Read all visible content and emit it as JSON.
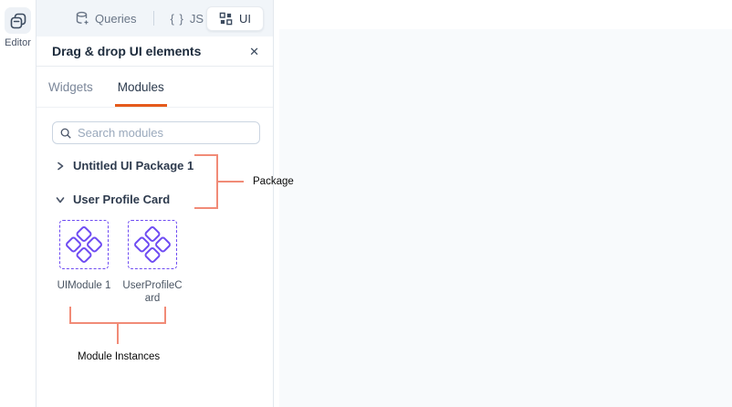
{
  "colors": {
    "accent": "#e55a1b",
    "module-purple": "#6e4bf2",
    "annotation": "#f18b77",
    "canvas": "#f8fafc"
  },
  "left_rail": {
    "editor": {
      "label": "Editor",
      "icon": "pages-icon"
    }
  },
  "top_nav": {
    "queries": {
      "label": "Queries",
      "icon": "database-icon"
    },
    "js": {
      "label": "JS",
      "icon_glyph": "{ }"
    },
    "ui": {
      "label": "UI",
      "icon": "grid-icon"
    }
  },
  "panel": {
    "title": "Drag & drop UI elements",
    "close_glyph": "✕",
    "tabs": [
      {
        "label": "Widgets",
        "active": false
      },
      {
        "label": "Modules",
        "active": true
      }
    ],
    "search": {
      "placeholder": "Search modules"
    },
    "packages": [
      {
        "name": "Untitled UI Package 1",
        "state": "collapsed"
      },
      {
        "name": "User Profile Card",
        "state": "expanded"
      }
    ],
    "module_instances": [
      {
        "name": "UIModule 1"
      },
      {
        "name": "UserProfileCard"
      }
    ]
  },
  "annotations": {
    "package_label": "Package",
    "module_instances_label": "Module Instances"
  }
}
